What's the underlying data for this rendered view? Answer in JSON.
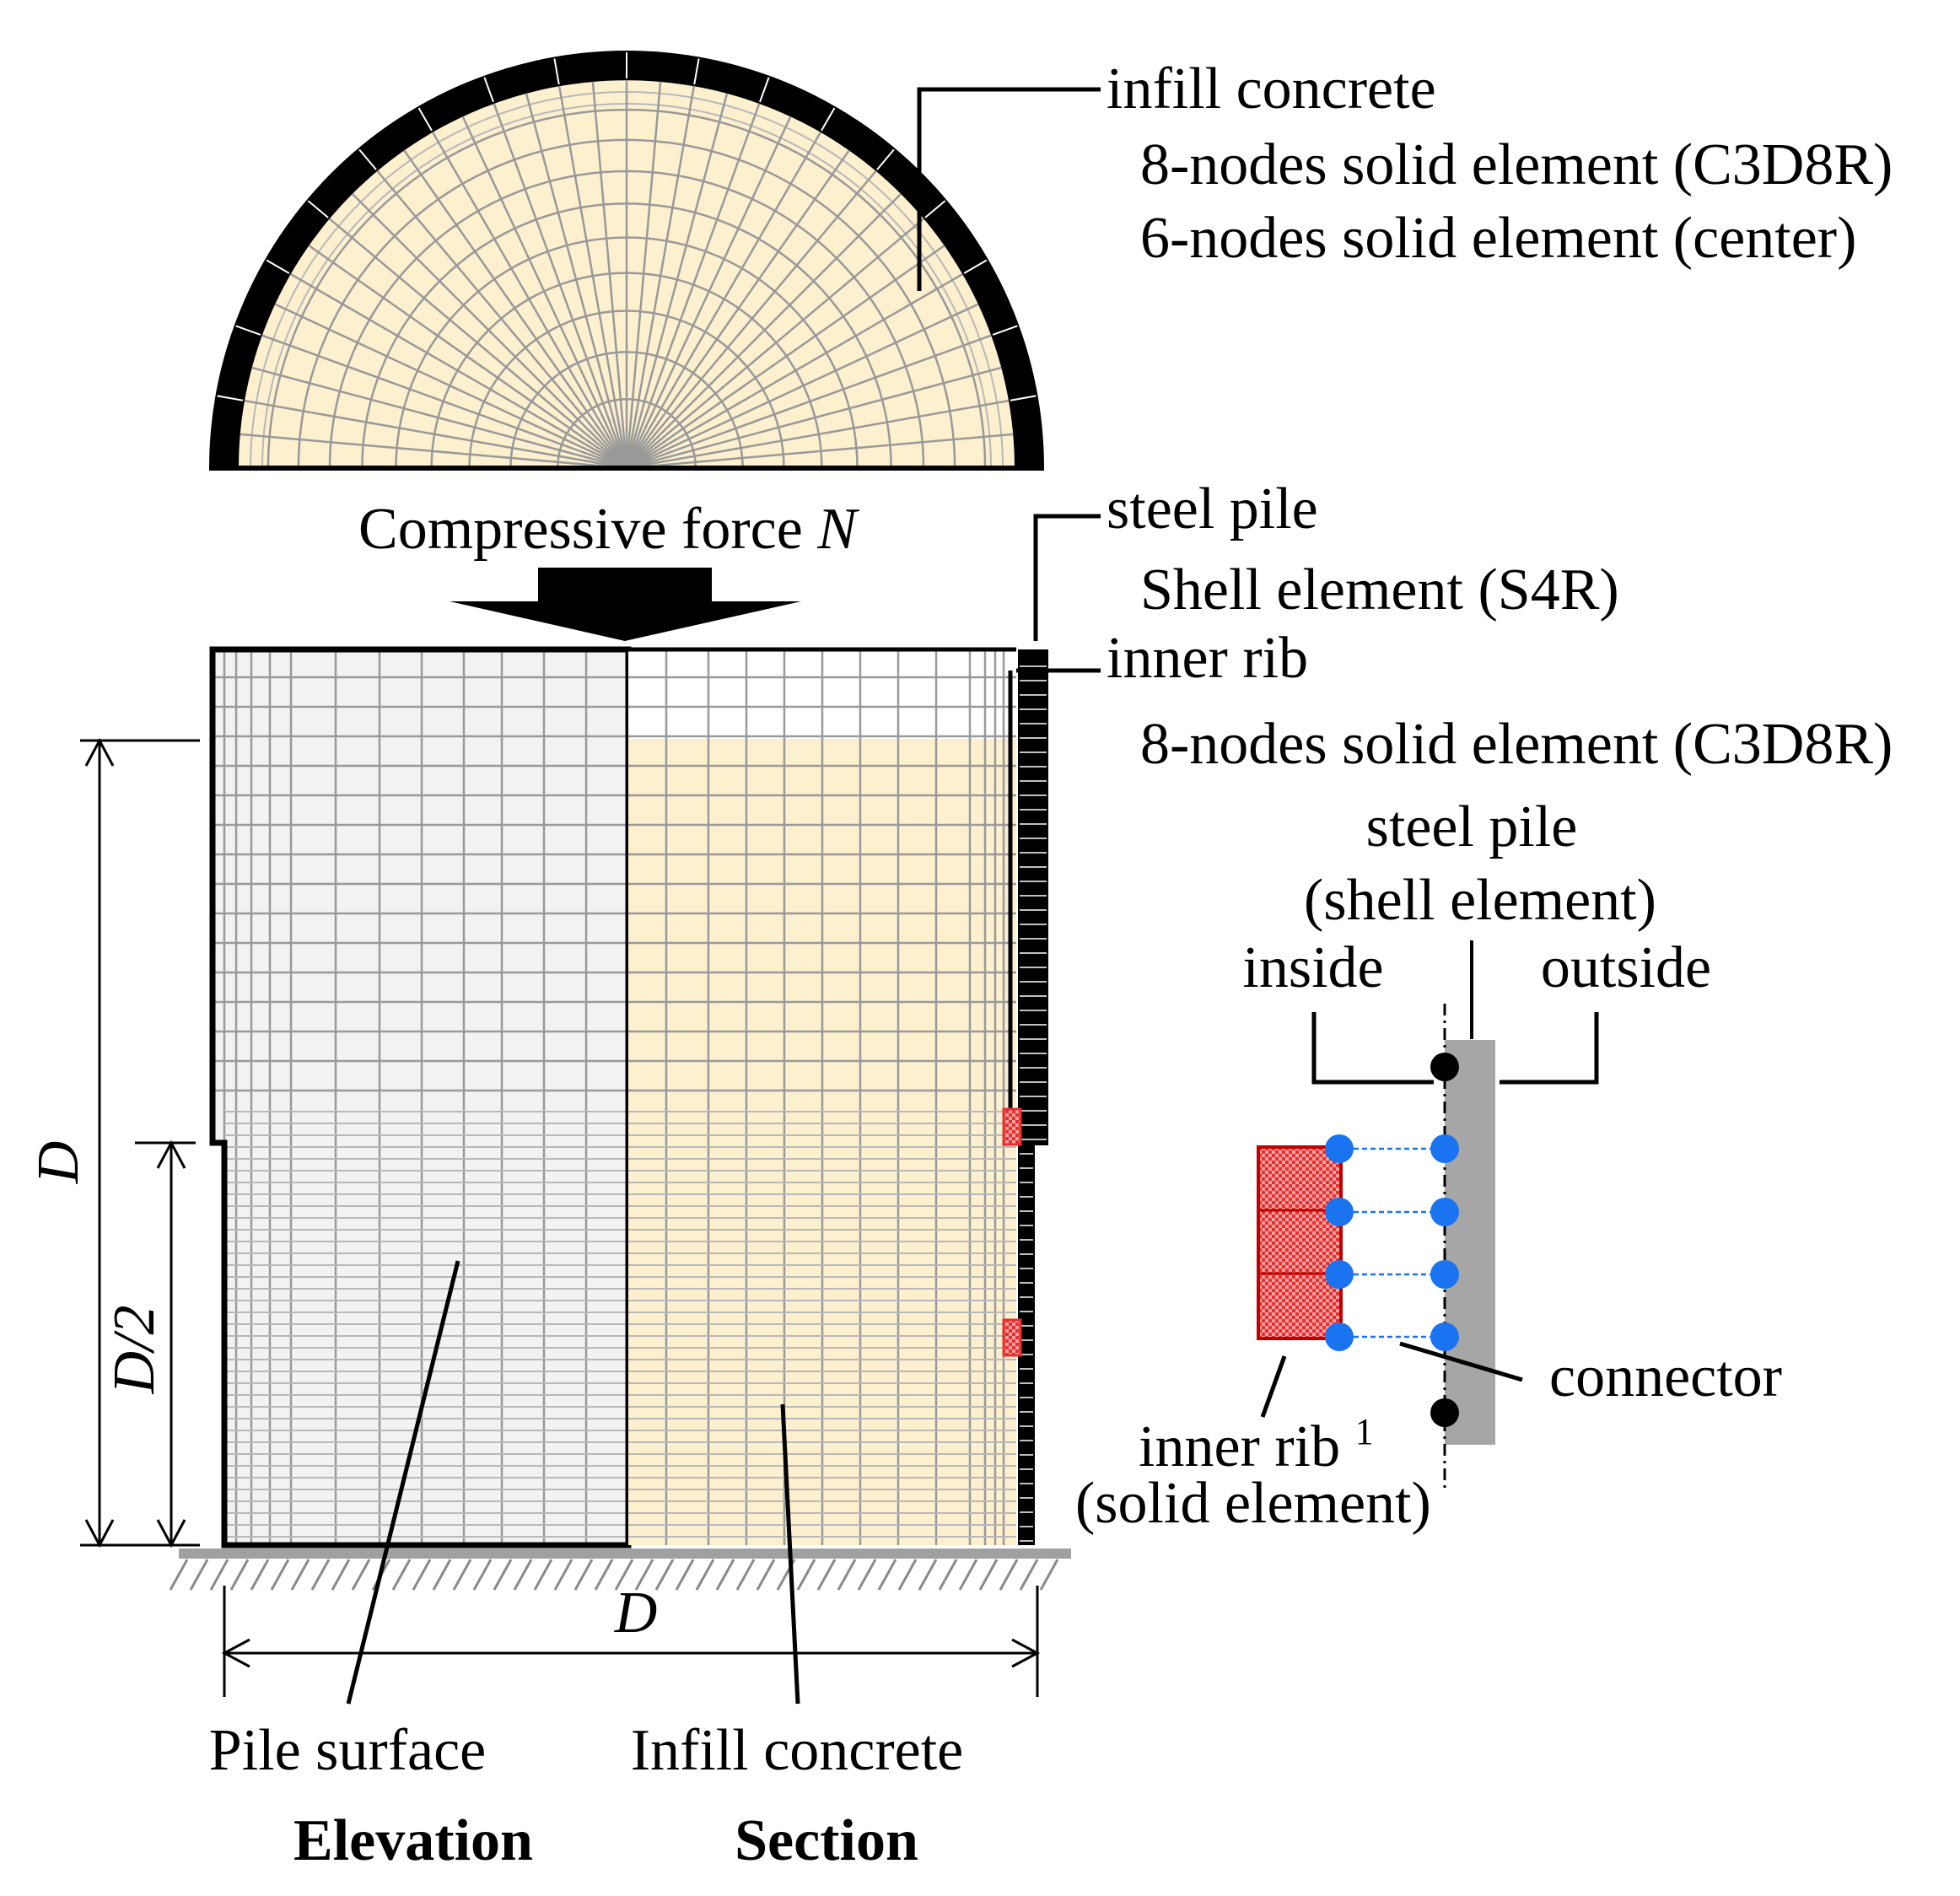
{
  "top_labels": {
    "infill_concrete": "infill concrete",
    "infill_el_1": "8-nodes solid element (C3D8R)",
    "infill_el_2": "6-nodes solid element (center)",
    "force": "Compressive force",
    "force_symbol": "N",
    "steel_pile": "steel pile",
    "shell_element": "Shell element (S4R)",
    "inner_rib": "inner rib",
    "rib_element": "8-nodes solid element (C3D8R)"
  },
  "dimensions": {
    "height_full": "D",
    "height_half": "D/2",
    "width": "D"
  },
  "bottom_labels": {
    "pile_surface": "Pile surface",
    "infill_concrete": "Infill concrete",
    "elevation": "Elevation",
    "section": "Section"
  },
  "detail": {
    "steel_pile_1": "steel pile",
    "steel_pile_2": "(shell element)",
    "inside": "inside",
    "outside": "outside",
    "connector": "connector",
    "inner_rib_1": "inner rib",
    "inner_rib_sup": "1",
    "inner_rib_2": "(solid element)"
  },
  "colors": {
    "infill": "#fdf0cf",
    "pile_surface": "#f2f2f2",
    "steel": "#000000",
    "rib": "#e53030",
    "node_blue": "#1a73f0",
    "node_black": "#000000",
    "shell_grey": "#a6a6a6"
  }
}
